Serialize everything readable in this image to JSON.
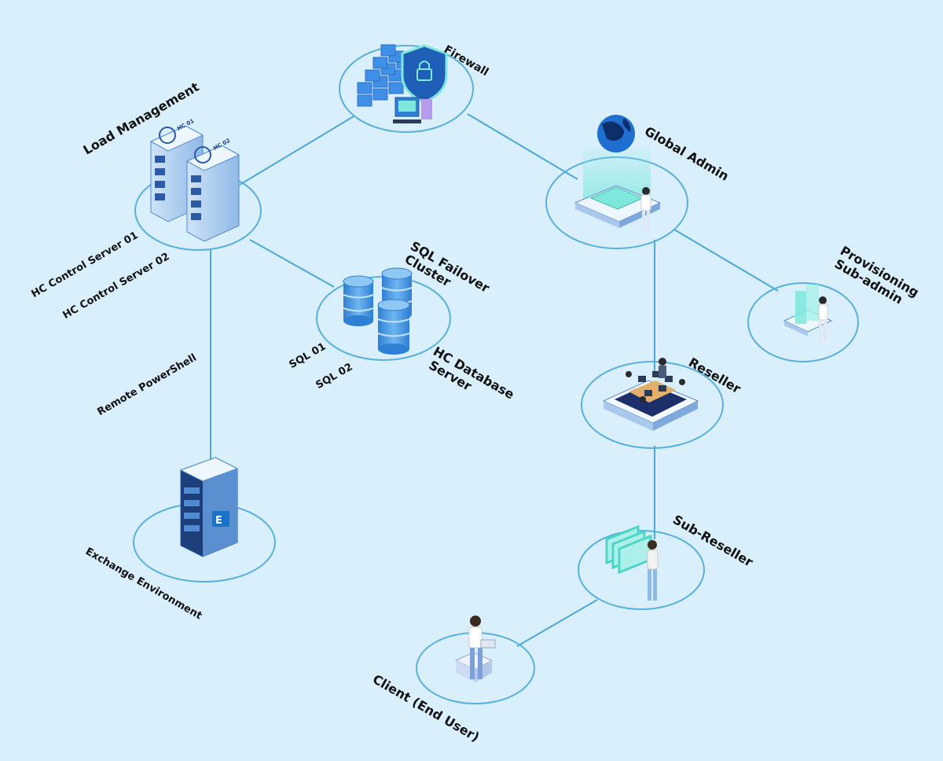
{
  "nodes": {
    "firewall": {
      "label": "Firewall"
    },
    "load_management": {
      "label": "Load Management",
      "server_badges": [
        "HC 01",
        "HC 02"
      ]
    },
    "hc_control_server_01": {
      "label": "HC Control Server 01"
    },
    "hc_control_server_02": {
      "label": "HC Control Server 02"
    },
    "global_admin": {
      "label": "Global Admin"
    },
    "sql_failover_cluster": {
      "label_line1": "SQL Failover",
      "label_line2": "Cluster"
    },
    "sql_01": {
      "label": "SQL 01"
    },
    "sql_02": {
      "label": "SQL 02"
    },
    "hc_database_server": {
      "label_line1": "HC Database",
      "label_line2": "Server"
    },
    "provisioning_sub_admin": {
      "label_line1": "Provisioning",
      "label_line2": "Sub-admin"
    },
    "remote_powershell": {
      "label": "Remote PowerShell"
    },
    "reseller": {
      "label": "Reseller"
    },
    "exchange_environment": {
      "label": "Exchange Environment",
      "exchange_logo_letter": "E"
    },
    "sub_reseller": {
      "label": "Sub-Reseller"
    },
    "client": {
      "label": "Client (End User)"
    }
  },
  "colors": {
    "background": "#d9effb",
    "connector": "#4da8d6",
    "ring": "#5ab0dc",
    "server_blue": "#3a86d9",
    "teal_accent": "#7ee8dd",
    "database_blue": "#4a9be0"
  }
}
